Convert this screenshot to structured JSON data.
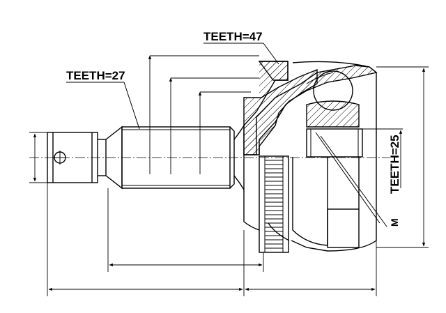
{
  "drawing": {
    "labels": {
      "teeth_outer_ring": "TEETH=47",
      "teeth_shaft": "TEETH=27",
      "teeth_inner": "TEETH=25",
      "thread_mark": "M"
    },
    "colors": {
      "line": "#000000",
      "background": "#ffffff"
    }
  }
}
